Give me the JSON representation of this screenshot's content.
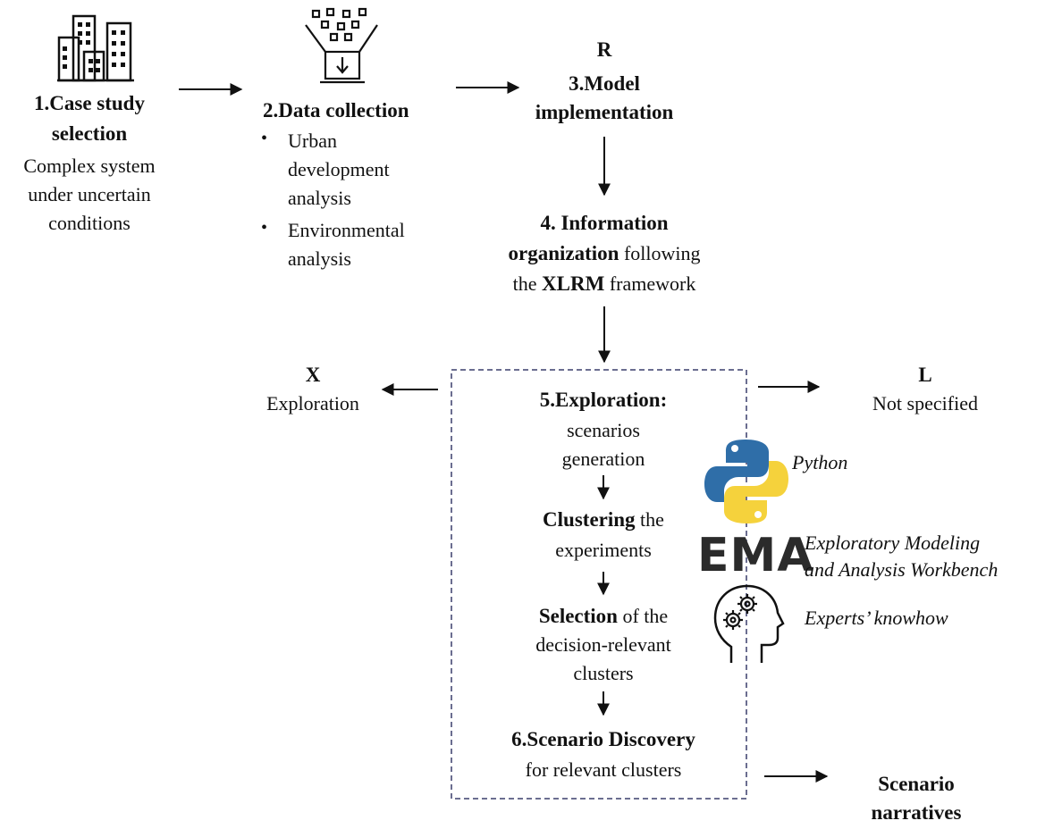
{
  "step1": {
    "title_line1": "1.Case study",
    "title_line2": "selection",
    "desc_line1": "Complex  system",
    "desc_line2": "under uncertain",
    "desc_line3": "conditions"
  },
  "step2": {
    "title": "2.Data collection",
    "bullets": [
      {
        "line1": "Urban",
        "line2": "development",
        "line3": "analysis"
      },
      {
        "line1": "Environmental",
        "line2": "analysis"
      }
    ],
    "bullet_mark": "•"
  },
  "step3": {
    "letter": "R",
    "title_line1": "3.Model",
    "title_line2": "implementation"
  },
  "step4": {
    "line1_bold": "4. Information",
    "line2_bold": "organization",
    "line2_rest": " following",
    "line3_pre": "the ",
    "line3_bold": "XLRM",
    "line3_rest": " framework"
  },
  "x_box": {
    "letter": "X",
    "label": "Exploration"
  },
  "l_box": {
    "letter": "L",
    "label": "Not specified"
  },
  "step5": {
    "title": "5.Exploration:",
    "line2": "scenarios",
    "line3": "generation",
    "clustering_bold": "Clustering",
    "clustering_rest": " the",
    "clustering_line2": "experiments",
    "selection_bold": "Selection",
    "selection_rest": " of the",
    "selection_line2": "decision-relevant",
    "selection_line3": "clusters"
  },
  "step6": {
    "title": "6.Scenario Discovery",
    "line2": "for relevant  clusters"
  },
  "tools": {
    "python_label": "Python",
    "ema_logo": "EMA",
    "ema_line1": "Exploratory Modeling",
    "ema_line2": "and Analysis Workbench",
    "experts_label": "Experts’ knowhow"
  },
  "output": {
    "line1": "Scenario",
    "line2": "narratives"
  },
  "icons": [
    "buildings-icon",
    "data-funnel-icon",
    "python-logo-icon",
    "head-gears-icon"
  ],
  "colors": {
    "python_blue": "#2f6ea8",
    "python_yellow": "#f5d23c",
    "dashed_border": "#3a3f6b"
  }
}
